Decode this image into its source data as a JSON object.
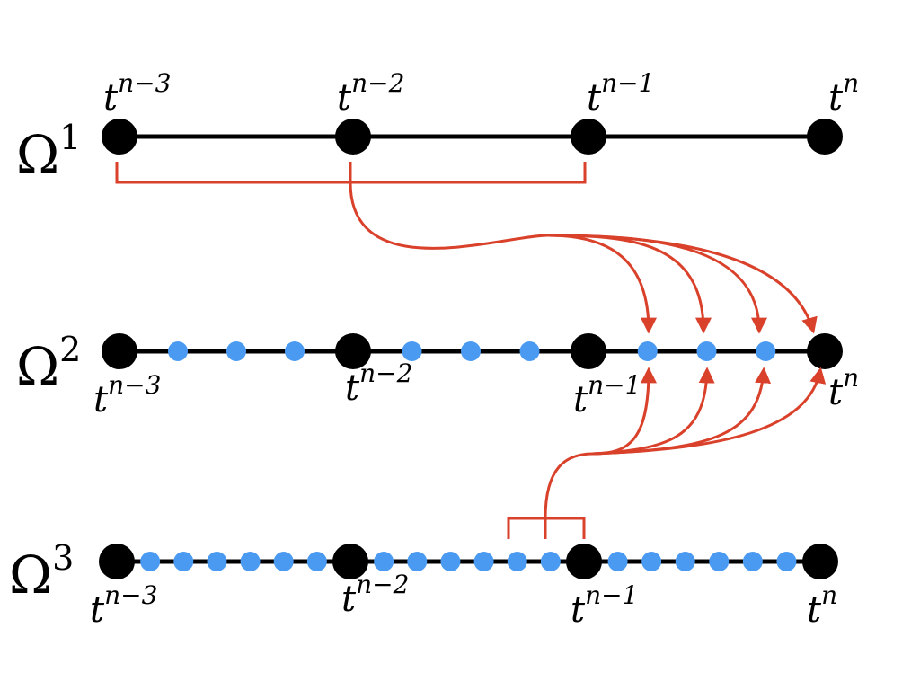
{
  "levels": [
    {
      "label": "Ω1",
      "label_base": "Ω",
      "label_sup": "1",
      "time_labels": [
        {
          "base": "t",
          "sup": "n−3"
        },
        {
          "base": "t",
          "sup": "n−2"
        },
        {
          "base": "t",
          "sup": "n−1"
        },
        {
          "base": "t",
          "sup": "n"
        }
      ],
      "fine_points_per_interval": 0,
      "labels_above": true
    },
    {
      "label": "Ω2",
      "label_base": "Ω",
      "label_sup": "2",
      "time_labels": [
        {
          "base": "t",
          "sup": "n−3"
        },
        {
          "base": "t",
          "sup": "n−2"
        },
        {
          "base": "t",
          "sup": "n−1"
        },
        {
          "base": "t",
          "sup": "n"
        }
      ],
      "fine_points_per_interval": 3,
      "labels_above": false
    },
    {
      "label": "Ω3",
      "label_base": "Ω",
      "label_sup": "3",
      "time_labels": [
        {
          "base": "t",
          "sup": "n−3"
        },
        {
          "base": "t",
          "sup": "n−2"
        },
        {
          "base": "t",
          "sup": "n−1"
        },
        {
          "base": "t",
          "sup": "n"
        }
      ],
      "fine_points_per_interval": 6,
      "labels_above": false
    }
  ],
  "colors": {
    "line": "#000000",
    "coarse_node": "#000000",
    "fine_node": "#4a9af2",
    "arrow": "#d9412b"
  }
}
